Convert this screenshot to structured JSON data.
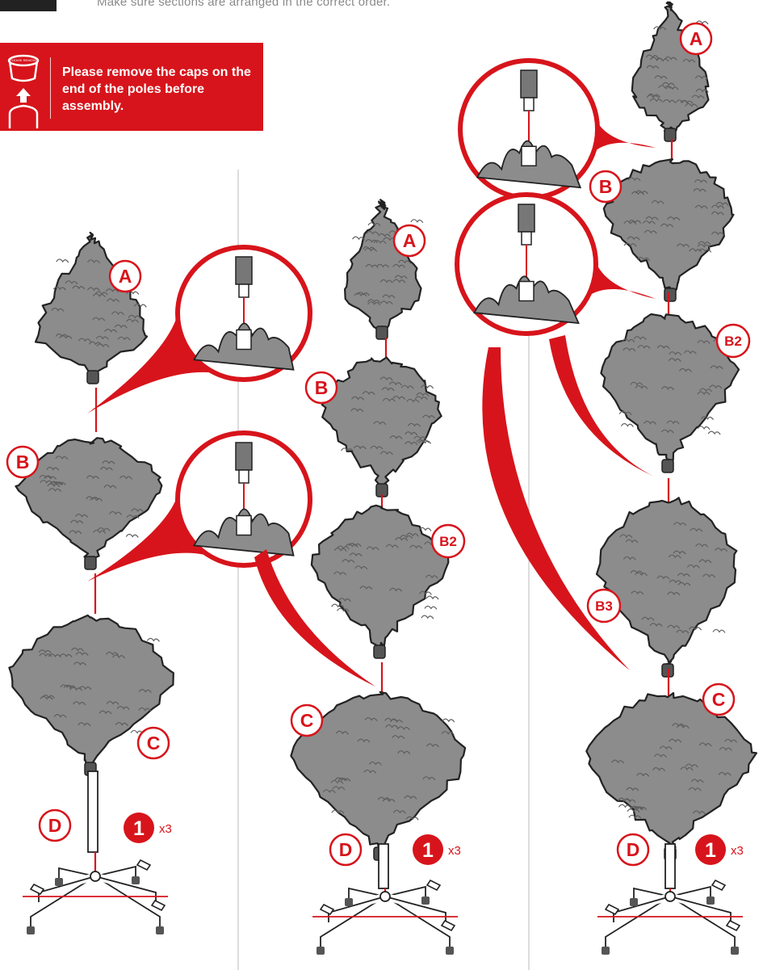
{
  "header": {
    "instruction": "Make sure sections are arranged in the correct order."
  },
  "notice": {
    "text": "Please remove the caps on the end of the poles before assembly.",
    "cap_icon_text": "PLEASE REMOVE",
    "icons": [
      "cap-icon",
      "up-arrow-icon"
    ]
  },
  "colors": {
    "accent": "#d7141b",
    "foliage": "#8c8c8c",
    "outline": "#222222"
  },
  "legs_callout": {
    "number": "1",
    "quantity": "x3"
  },
  "labels": {
    "A": "A",
    "B": "B",
    "B2": "B2",
    "B3": "B3",
    "C": "C",
    "D": "D"
  },
  "configurations": [
    {
      "sections": [
        "A",
        "B",
        "C",
        "D"
      ]
    },
    {
      "sections": [
        "A",
        "B",
        "B2",
        "C",
        "D"
      ]
    },
    {
      "sections": [
        "A",
        "B",
        "B2",
        "B3",
        "C",
        "D"
      ]
    }
  ]
}
